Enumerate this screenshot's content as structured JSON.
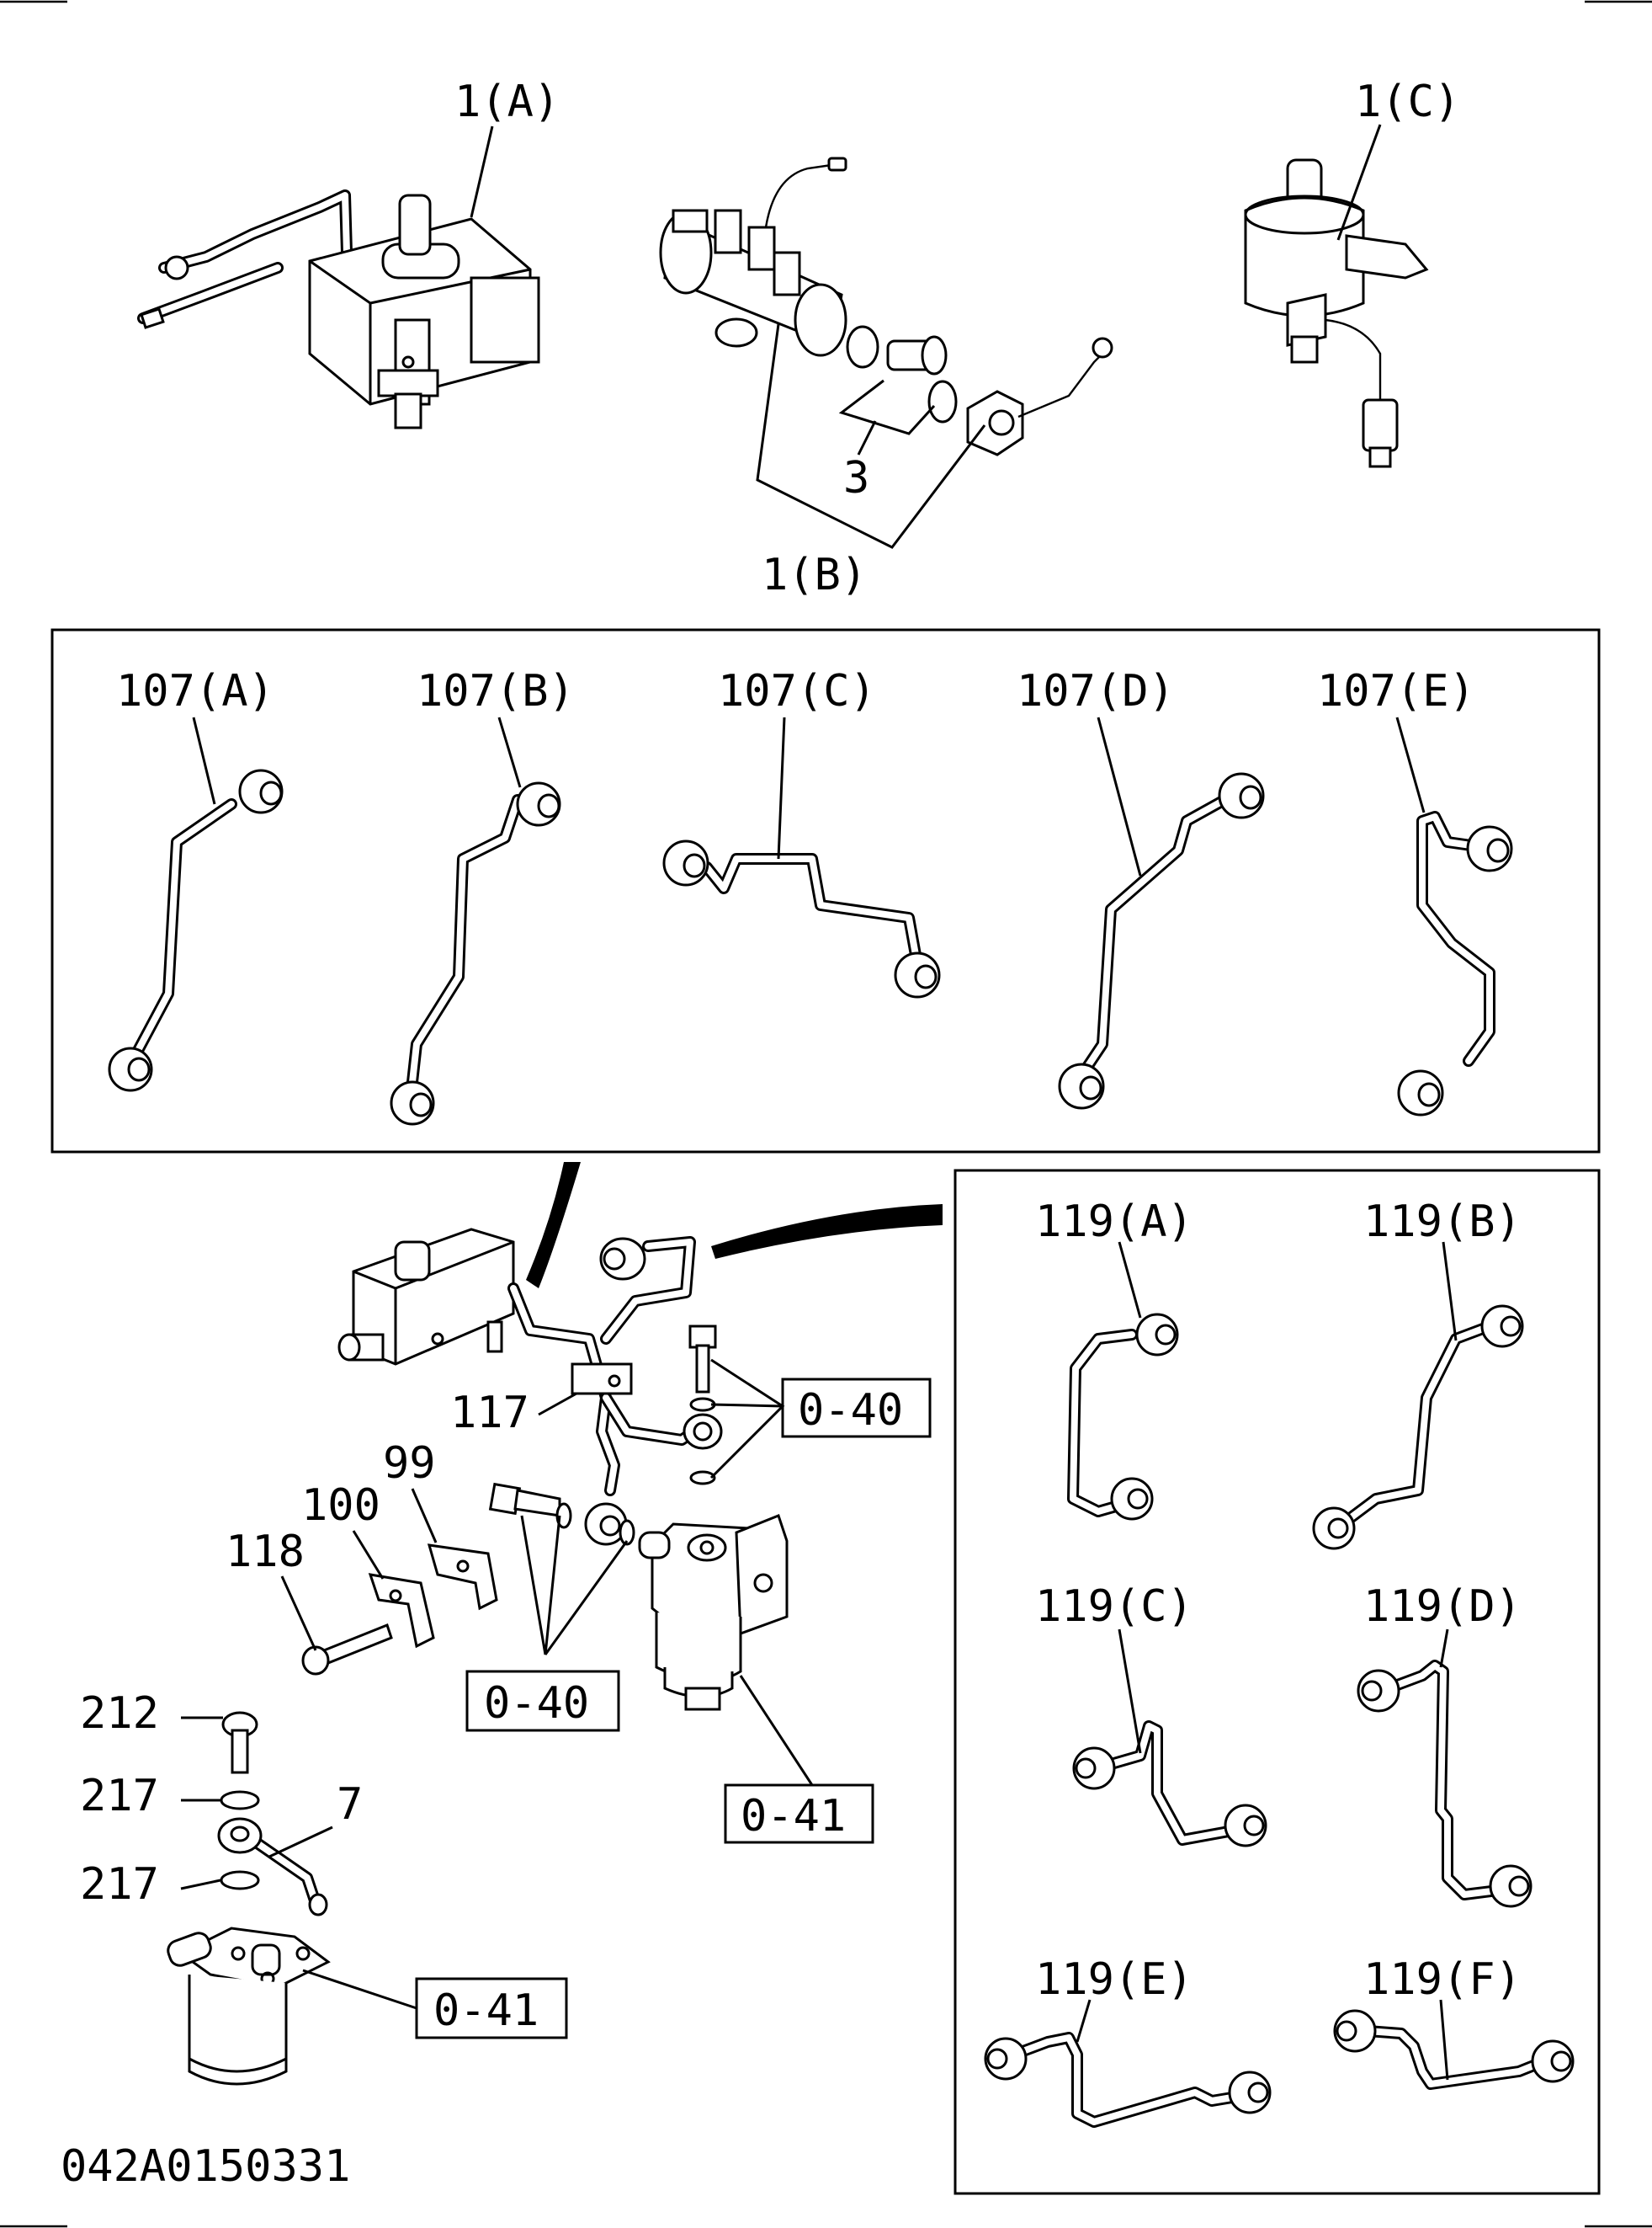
{
  "labels": {
    "pump_a": "1(A)",
    "pump_b": "1(B)",
    "pump_b_part": "3",
    "pump_c": "1(C)",
    "pipe_107a": "107(A)",
    "pipe_107b": "107(B)",
    "pipe_107c": "107(C)",
    "pipe_107d": "107(D)",
    "pipe_107e": "107(E)",
    "pipe_119a": "119(A)",
    "pipe_119b": "119(B)",
    "pipe_119c": "119(C)",
    "pipe_119d": "119(D)",
    "pipe_119e": "119(E)",
    "pipe_119f": "119(F)",
    "part_117": "117",
    "part_99": "99",
    "part_100": "100",
    "part_118": "118",
    "part_212": "212",
    "part_217_upper": "217",
    "part_217_lower": "217",
    "part_7": "7",
    "ref_040_upper": "0-40",
    "ref_040_lower": "0-40",
    "ref_041_center": "0-41",
    "ref_041_left": "0-41",
    "drawing_number": "042A0150331"
  }
}
